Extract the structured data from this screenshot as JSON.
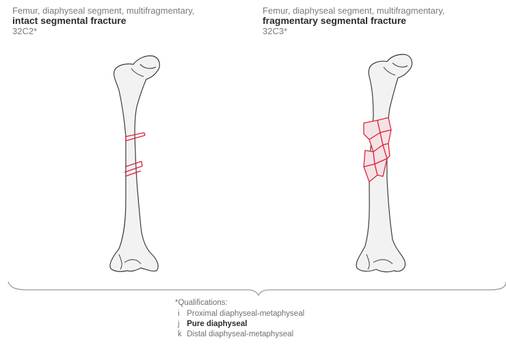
{
  "left_caption": {
    "line1": "Femur, diaphyseal segment, multifragmentary,",
    "line2": "intact segmental fracture",
    "code": "32C2*"
  },
  "right_caption": {
    "line1": "Femur, diaphyseal segment, multifragmentary,",
    "line2": "fragmentary segmental fracture",
    "code": "32C3*"
  },
  "qualifications": {
    "title": "*Qualifications:",
    "items": [
      {
        "letter": "i",
        "text": "Proximal diaphyseal-metaphyseal",
        "bold": false
      },
      {
        "letter": "j",
        "text": "Pure diaphyseal",
        "bold": true
      },
      {
        "letter": "k",
        "text": "Distal diaphyseal-metaphyseal",
        "bold": false
      }
    ]
  },
  "colors": {
    "bone_fill": "#f2f2f2",
    "bone_outline": "#3a3a3a",
    "fracture": "#e0203a",
    "brace": "#9a9a9a"
  }
}
